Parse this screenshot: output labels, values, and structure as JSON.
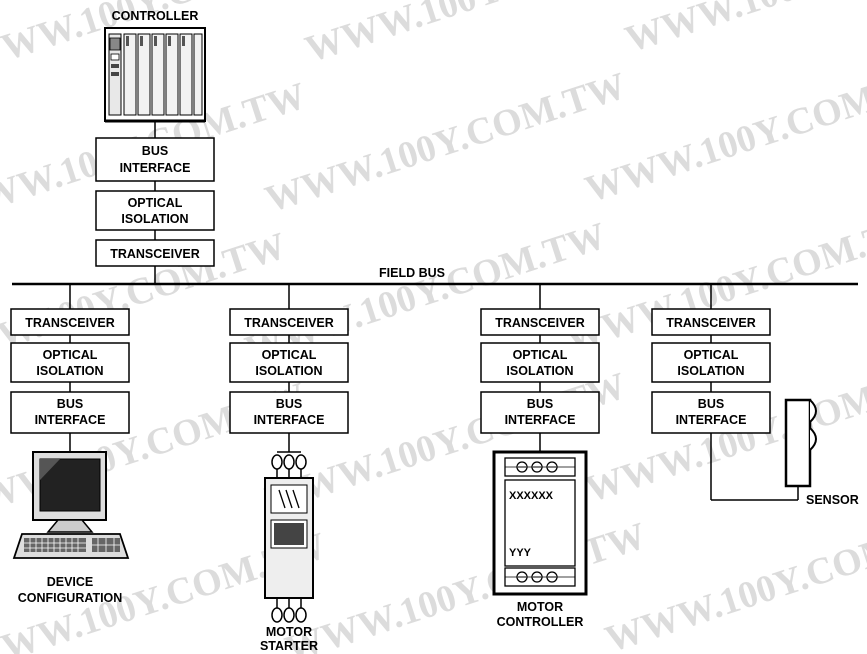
{
  "diagram": {
    "controller_label": "CONTROLLER",
    "field_bus_label": "FIELD BUS",
    "controller_stack": {
      "bus_interface": [
        "BUS",
        "INTERFACE"
      ],
      "optical_isolation": [
        "OPTICAL",
        "ISOLATION"
      ],
      "transceiver": "TRANSCEIVER"
    },
    "nodes": [
      {
        "transceiver": "TRANSCEIVER",
        "optical_isolation": [
          "OPTICAL",
          "ISOLATION"
        ],
        "bus_interface": [
          "BUS",
          "INTERFACE"
        ],
        "device_label": [
          "DEVICE",
          "CONFIGURATION"
        ],
        "device_icon": "computer-icon"
      },
      {
        "transceiver": "TRANSCEIVER",
        "optical_isolation": [
          "OPTICAL",
          "ISOLATION"
        ],
        "bus_interface": [
          "BUS",
          "INTERFACE"
        ],
        "device_label": [
          "MOTOR",
          "STARTER"
        ],
        "device_icon": "motor-starter-icon"
      },
      {
        "transceiver": "TRANSCEIVER",
        "optical_isolation": [
          "OPTICAL",
          "ISOLATION"
        ],
        "bus_interface": [
          "BUS",
          "INTERFACE"
        ],
        "device_label": [
          "MOTOR",
          "CONTROLLER"
        ],
        "device_icon": "motor-controller-icon",
        "device_text_top": "XXXXXX",
        "device_text_bottom": "YYY"
      },
      {
        "transceiver": "TRANSCEIVER",
        "optical_isolation": [
          "OPTICAL",
          "ISOLATION"
        ],
        "bus_interface": [
          "BUS",
          "INTERFACE"
        ],
        "device_label": [
          "SENSOR"
        ],
        "device_icon": "sensor-icon"
      }
    ]
  },
  "watermark": "WWW.100Y.COM.TW"
}
